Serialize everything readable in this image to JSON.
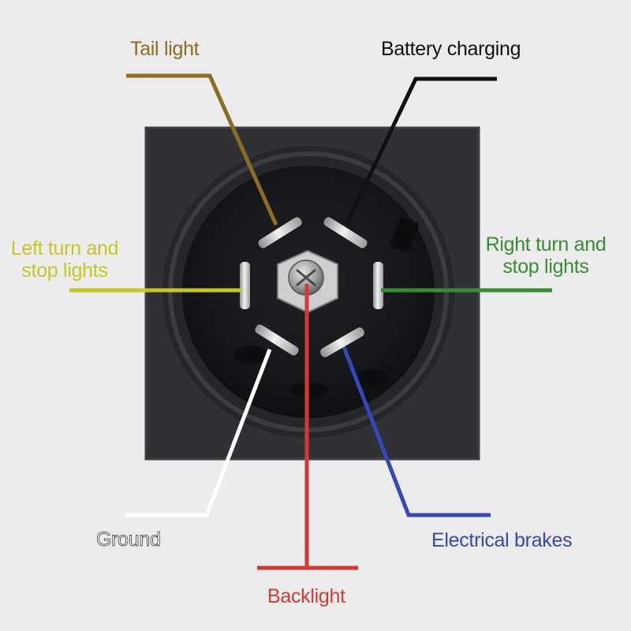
{
  "colors": {
    "background": "#ececec",
    "housing": "#2f3135",
    "tail_light": "#8a6c22",
    "battery_charging": "#111111",
    "left_turn": "#c6c624",
    "right_turn": "#3a8c34",
    "ground": "#ffffff",
    "backlight": "#d23a34",
    "electrical_brakes": "#3448b8"
  },
  "labels": {
    "tail_light": "Tail light",
    "battery_charging": "Battery charging",
    "left_turn_line1": "Left turn and",
    "left_turn_line2": "stop lights",
    "right_turn_line1": "Right turn and",
    "right_turn_line2": "stop lights",
    "ground": "Ground",
    "backlight": "Backlight",
    "electrical_brakes": "Electrical brakes"
  }
}
